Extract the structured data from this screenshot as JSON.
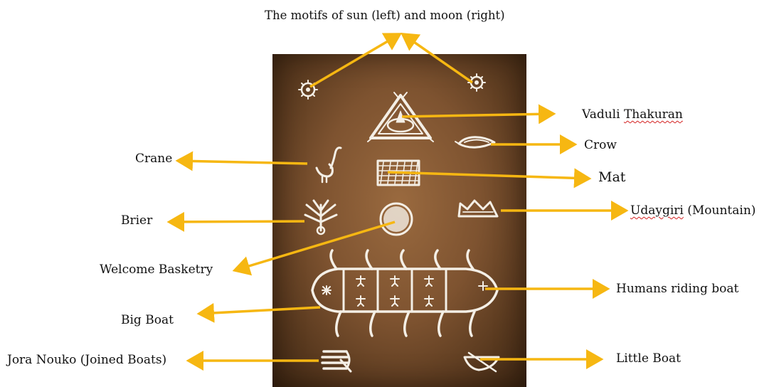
{
  "title": "The motifs of sun (left) and moon (right)",
  "labels": {
    "vaduli": "Vaduli",
    "thakuran": "Thakuran",
    "crow": "Crow",
    "crane": "Crane",
    "mat": "Mat",
    "brier": "Brier",
    "udaygiri": "Udaygiri",
    "mountain": "(Mountain)",
    "welcome_basketry": "Welcome Basketry",
    "humans_riding_boat": "Humans riding boat",
    "big_boat": "Big Boat",
    "jora_nouko": "Jora Nouko (Joined Boats)",
    "little_boat": "Little Boat"
  },
  "colors": {
    "arrow": "#f6b712",
    "chalk": "#f4efe6",
    "misspell_underline": "#d42020"
  }
}
